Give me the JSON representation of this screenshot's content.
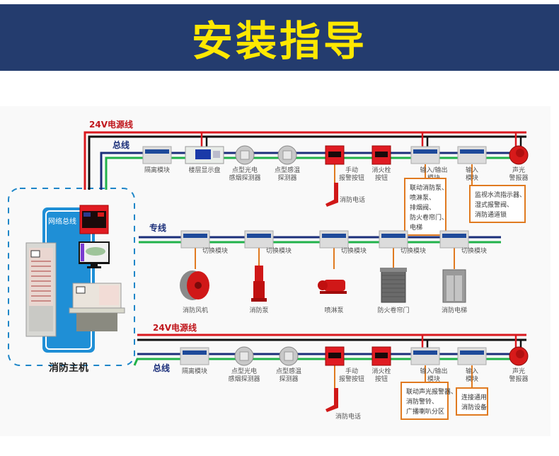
{
  "banner": {
    "title": "安装指导"
  },
  "colors": {
    "banner_bg": "#243c6e",
    "banner_text": "#ffe800",
    "power_line": "#d9181e",
    "ground_line": "#111111",
    "bus_blue": "#1b2f7a",
    "bus_green": "#21b24a",
    "link": "#e07a20",
    "dashed": "#1e86c8"
  },
  "host": {
    "label": "消防主机",
    "network_bus_label": "网络总线"
  },
  "top": {
    "power_label": "24V电源线",
    "bus_label": "总线",
    "devices": [
      {
        "icon": "module",
        "label": "隔离模块"
      },
      {
        "icon": "floor-display",
        "label": "楼层显示盘"
      },
      {
        "icon": "smoke-detector",
        "label": "点型光电\n感烟探测器"
      },
      {
        "icon": "heat-detector",
        "label": "点型感温\n探测器"
      },
      {
        "icon": "manual-alarm-button",
        "label": "手动\n报警按钮"
      },
      {
        "icon": "hydrant-button",
        "label": "消火栓\n按钮"
      },
      {
        "icon": "module",
        "label": "输入/输出\n模块"
      },
      {
        "icon": "module",
        "label": "输入\n模块"
      },
      {
        "icon": "siren",
        "label": "声光\n警报器"
      }
    ],
    "phone_label": "消防电话",
    "notes": [
      {
        "lines": [
          "联动消防泵、",
          "喷淋泵、",
          "排烟阀、",
          "防火卷帘门、",
          "电梯"
        ]
      },
      {
        "lines": [
          "监视水流指示器、",
          "湿式报警阀、",
          "消防通道锁"
        ]
      }
    ]
  },
  "middle": {
    "bus_label": "专线",
    "module_label": "切换模块",
    "devices": [
      {
        "icon": "fire-fan",
        "label": "消防风机"
      },
      {
        "icon": "fire-pump",
        "label": "消防泵"
      },
      {
        "icon": "sprinkler-pump",
        "label": "喷淋泵"
      },
      {
        "icon": "rolling-shutter",
        "label": "防火卷帘门"
      },
      {
        "icon": "elevator",
        "label": "消防电梯"
      }
    ]
  },
  "bottom": {
    "power_label": "24V电源线",
    "bus_label": "总线",
    "devices": [
      {
        "icon": "module",
        "label": "隔离模块"
      },
      {
        "icon": "smoke-detector",
        "label": "点型光电\n感烟探测器"
      },
      {
        "icon": "heat-detector",
        "label": "点型感温\n探测器"
      },
      {
        "icon": "manual-alarm-button",
        "label": "手动\n报警按钮"
      },
      {
        "icon": "hydrant-button",
        "label": "消火栓\n按钮"
      },
      {
        "icon": "module",
        "label": "输入/输出\n模块"
      },
      {
        "icon": "module",
        "label": "输入\n模块"
      },
      {
        "icon": "siren",
        "label": "声光\n警报器"
      }
    ],
    "phone_label": "消防电话",
    "notes": [
      {
        "lines": [
          "联动声光报警器、",
          "消防警铃、",
          "广播喇叭分区"
        ]
      },
      {
        "lines": [
          "连接通用",
          "消防设备"
        ]
      }
    ]
  }
}
